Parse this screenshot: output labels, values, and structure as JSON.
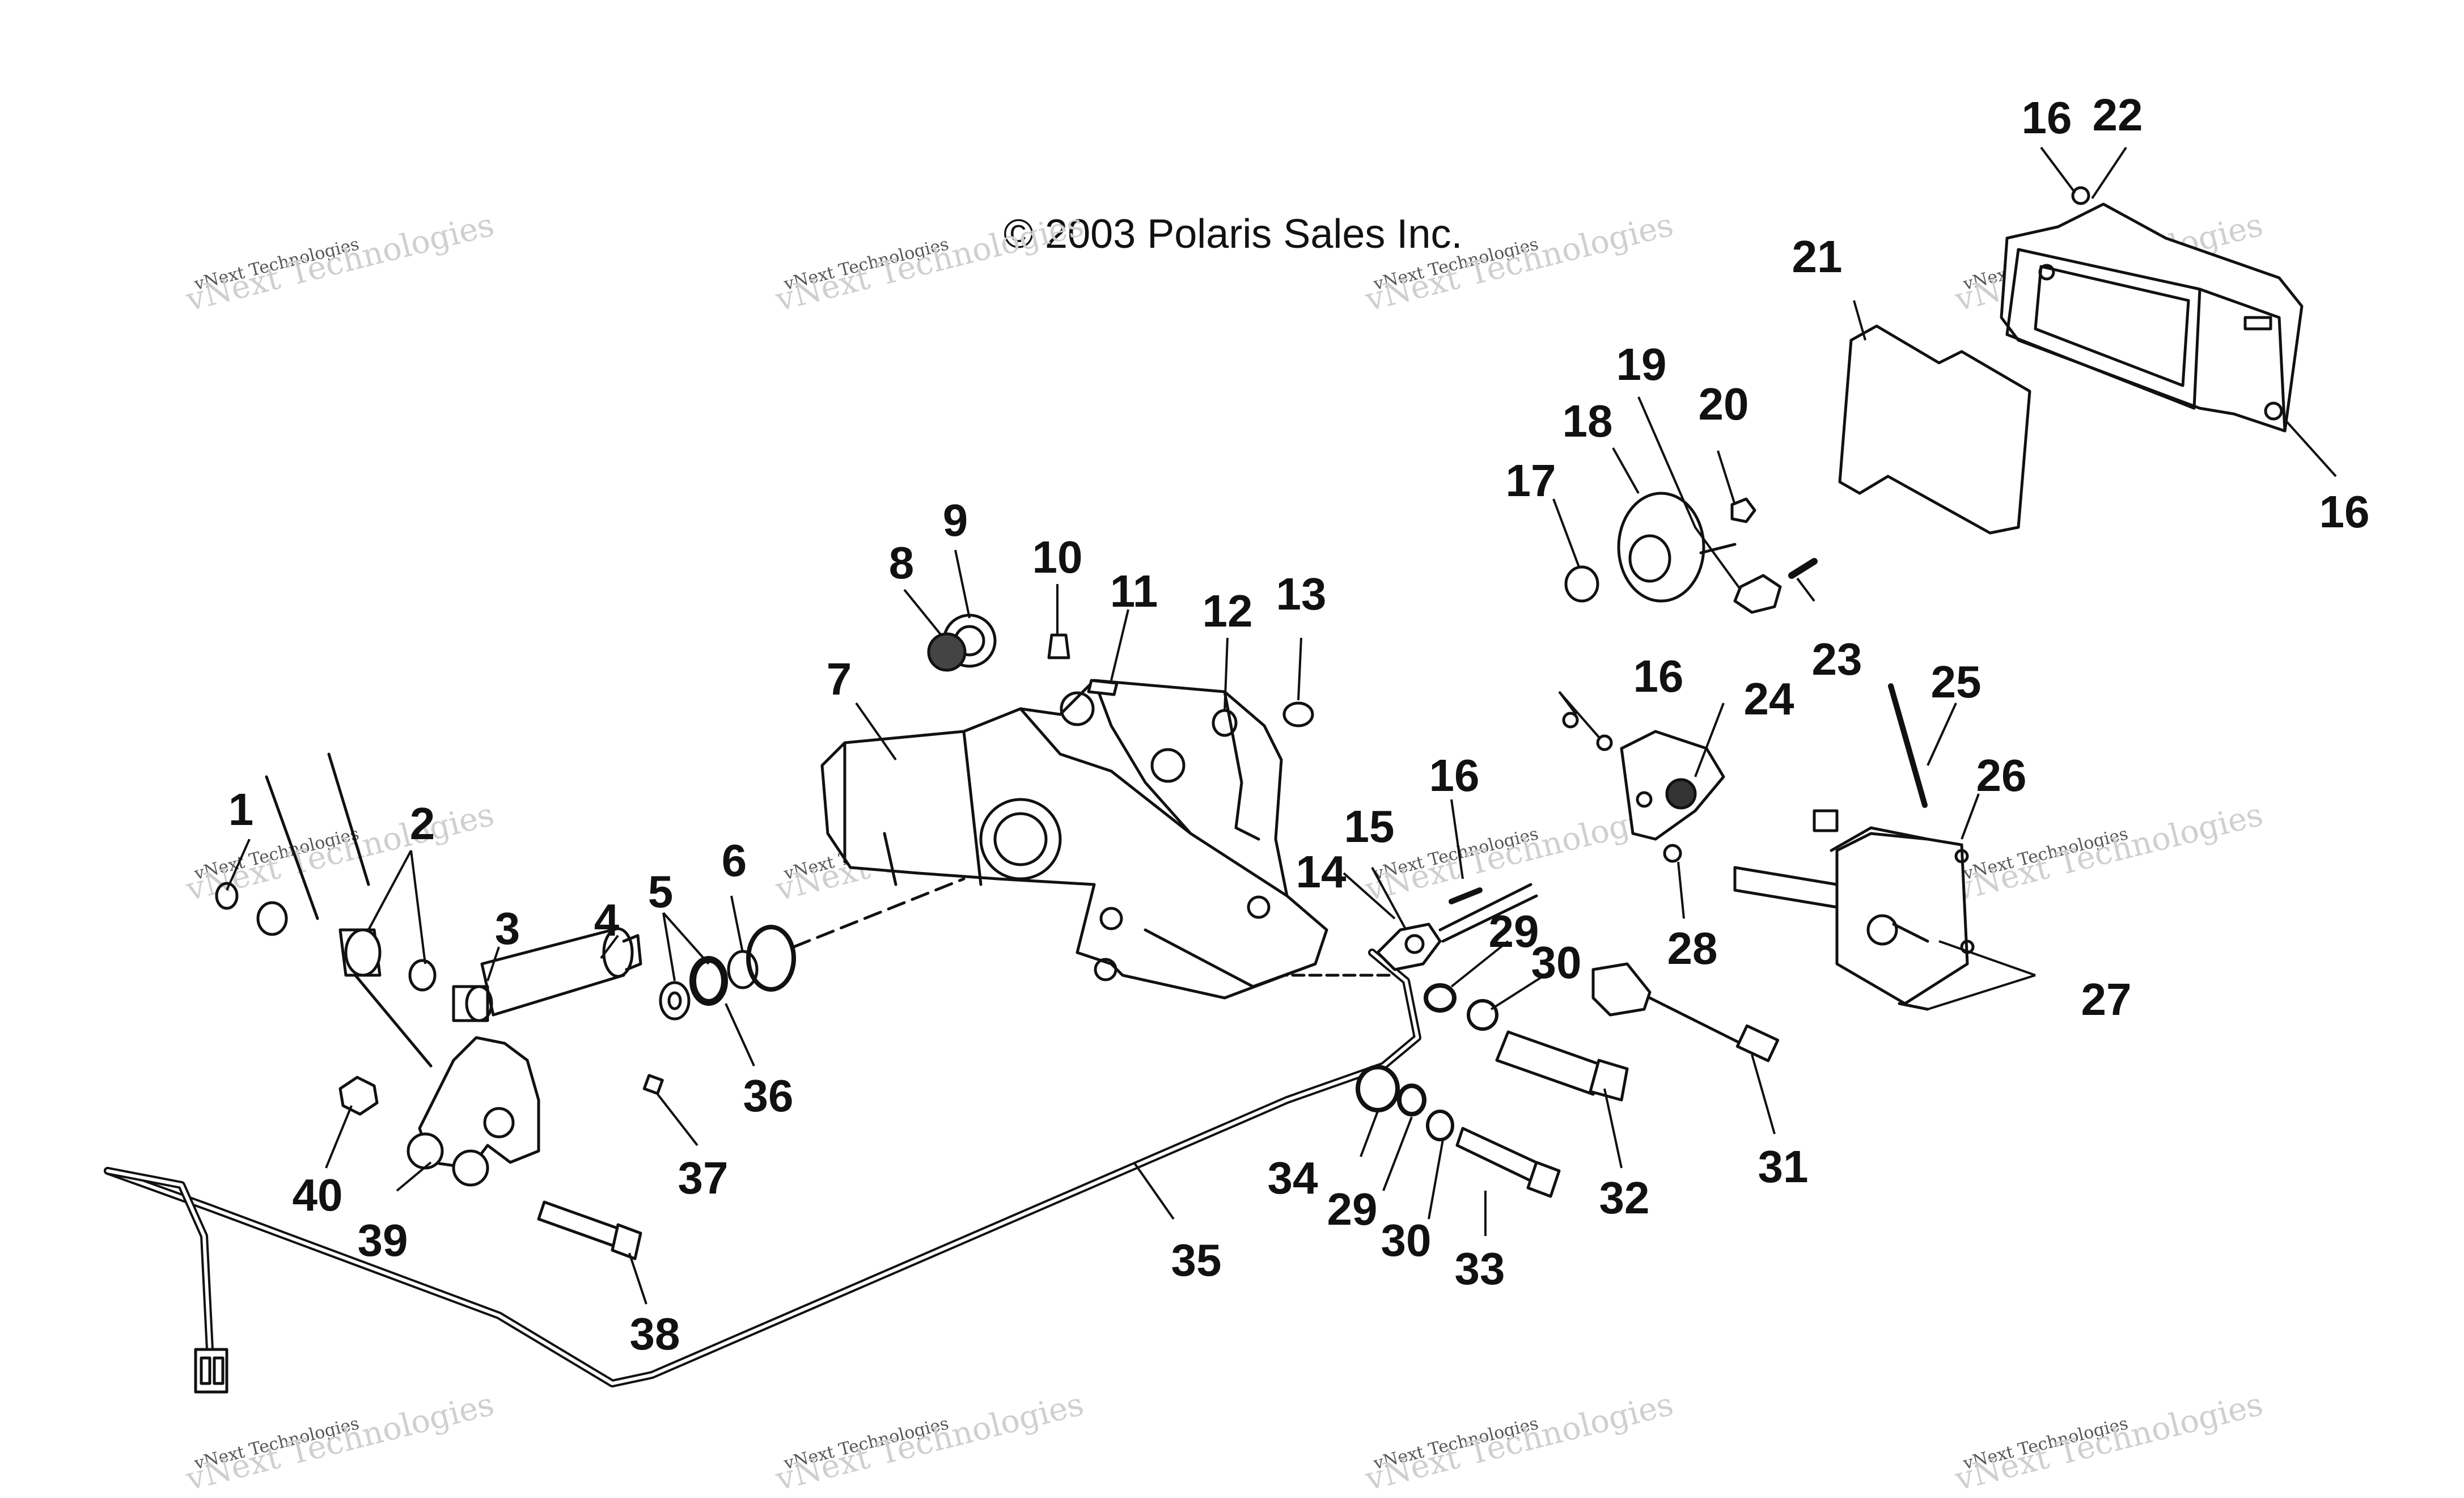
{
  "copyright": "© 2003 Polaris Sales Inc.",
  "watermark": {
    "line1": "vNext Technologies",
    "line2": "vNext Technologies"
  },
  "callouts": [
    {
      "id": "c1",
      "label": "1"
    },
    {
      "id": "c2",
      "label": "2"
    },
    {
      "id": "c3",
      "label": "3"
    },
    {
      "id": "c4",
      "label": "4"
    },
    {
      "id": "c5",
      "label": "5"
    },
    {
      "id": "c6",
      "label": "6"
    },
    {
      "id": "c7",
      "label": "7"
    },
    {
      "id": "c8",
      "label": "8"
    },
    {
      "id": "c9",
      "label": "9"
    },
    {
      "id": "c10",
      "label": "10"
    },
    {
      "id": "c11",
      "label": "11"
    },
    {
      "id": "c12",
      "label": "12"
    },
    {
      "id": "c13",
      "label": "13"
    },
    {
      "id": "c14",
      "label": "14"
    },
    {
      "id": "c15",
      "label": "15"
    },
    {
      "id": "c16a",
      "label": "16"
    },
    {
      "id": "c16b",
      "label": "16"
    },
    {
      "id": "c16c",
      "label": "16"
    },
    {
      "id": "c16d",
      "label": "16"
    },
    {
      "id": "c17",
      "label": "17"
    },
    {
      "id": "c18",
      "label": "18"
    },
    {
      "id": "c19",
      "label": "19"
    },
    {
      "id": "c20",
      "label": "20"
    },
    {
      "id": "c21",
      "label": "21"
    },
    {
      "id": "c22",
      "label": "22"
    },
    {
      "id": "c23",
      "label": "23"
    },
    {
      "id": "c24",
      "label": "24"
    },
    {
      "id": "c25",
      "label": "25"
    },
    {
      "id": "c26",
      "label": "26"
    },
    {
      "id": "c27",
      "label": "27"
    },
    {
      "id": "c28",
      "label": "28"
    },
    {
      "id": "c29a",
      "label": "29"
    },
    {
      "id": "c29b",
      "label": "29"
    },
    {
      "id": "c30a",
      "label": "30"
    },
    {
      "id": "c30b",
      "label": "30"
    },
    {
      "id": "c31",
      "label": "31"
    },
    {
      "id": "c32",
      "label": "32"
    },
    {
      "id": "c33",
      "label": "33"
    },
    {
      "id": "c34",
      "label": "34"
    },
    {
      "id": "c35",
      "label": "35"
    },
    {
      "id": "c36",
      "label": "36"
    },
    {
      "id": "c37",
      "label": "37"
    },
    {
      "id": "c38",
      "label": "38"
    },
    {
      "id": "c39",
      "label": "39"
    },
    {
      "id": "c40",
      "label": "40"
    }
  ]
}
